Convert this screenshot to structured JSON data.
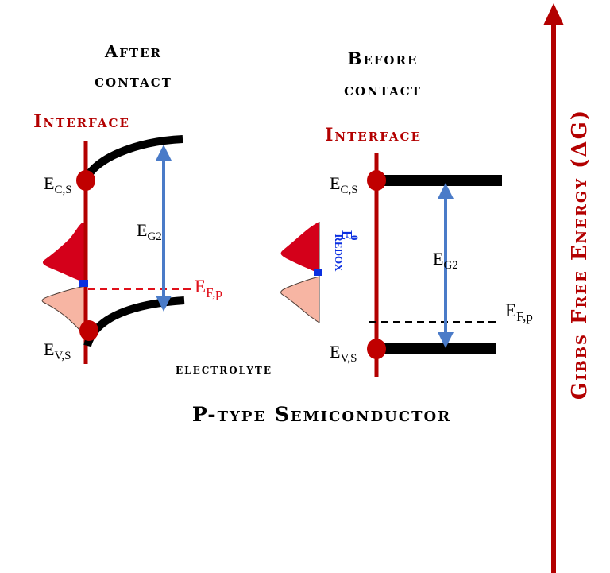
{
  "after": {
    "title_line1": "After",
    "title_line2": "contact",
    "interface": "Interface",
    "ec": {
      "main": "E",
      "sub": "C,S"
    },
    "ev": {
      "main": "E",
      "sub": "V,S"
    },
    "eg": {
      "main": "E",
      "sub": "G2"
    },
    "ef": {
      "main": "E",
      "sub": "F,p"
    }
  },
  "electrolyte": "electrolyte",
  "redox": {
    "main": "E",
    "sup": "0",
    "sub": "REDOX"
  },
  "before": {
    "title_line1": "Before",
    "title_line2": "contact",
    "interface": "Interface",
    "ec": {
      "main": "E",
      "sub": "C,S"
    },
    "ev": {
      "main": "E",
      "sub": "V,S"
    },
    "eg": {
      "main": "E",
      "sub": "G2"
    },
    "ef": {
      "main": "E",
      "sub": "F,p"
    }
  },
  "semiconductor": "P-type Semiconductor",
  "energy_axis": "Gibbs Free Energy (ΔG)",
  "colors": {
    "dark_red": "#b30000",
    "black": "#000000",
    "blue_arrow": "#4a7bc8",
    "fermi_red": "#e0101a",
    "curve_dark": "#d4001a",
    "curve_light": "#f7b5a3",
    "redox_blue": "#0b2fe0"
  }
}
